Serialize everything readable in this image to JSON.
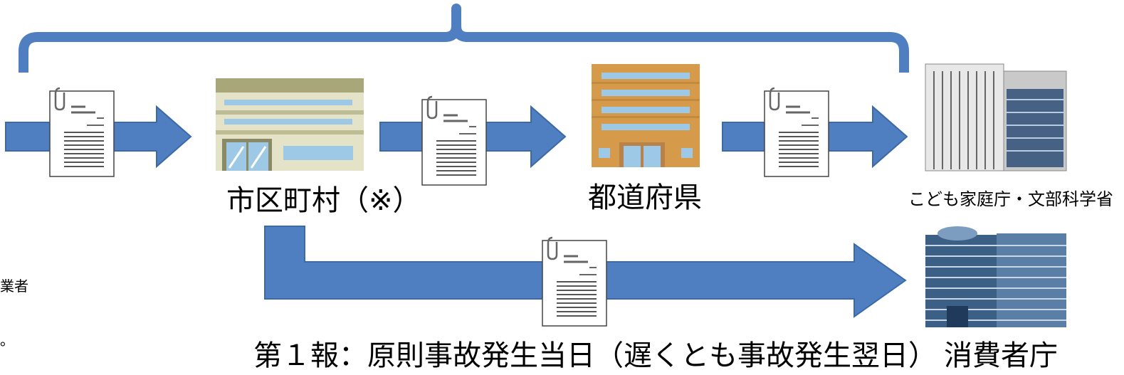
{
  "labels": {
    "municipality": "市区町村（※）",
    "prefecture": "都道府県",
    "ministries": "こども家庭庁・文部科学省",
    "consumer_agency": "消費者庁",
    "first_report": "第１報：原則事故発生当日（遅くとも事故発生翌日）",
    "left_fragment_1": "業者",
    "left_fragment_2": "。"
  },
  "colors": {
    "arrow_fill": "#4f7fc0",
    "arrow_stroke": "#3a6aa8",
    "bracket": "#4f7fc0",
    "document_paper": "#ffffff",
    "document_lines": "#555555"
  },
  "icons": {
    "document": "document-icon",
    "municipality_building": "municipal-office-icon",
    "prefecture_building": "prefectural-office-icon",
    "ministry_building": "ministry-building-icon",
    "agency_building": "consumer-agency-building-icon"
  }
}
